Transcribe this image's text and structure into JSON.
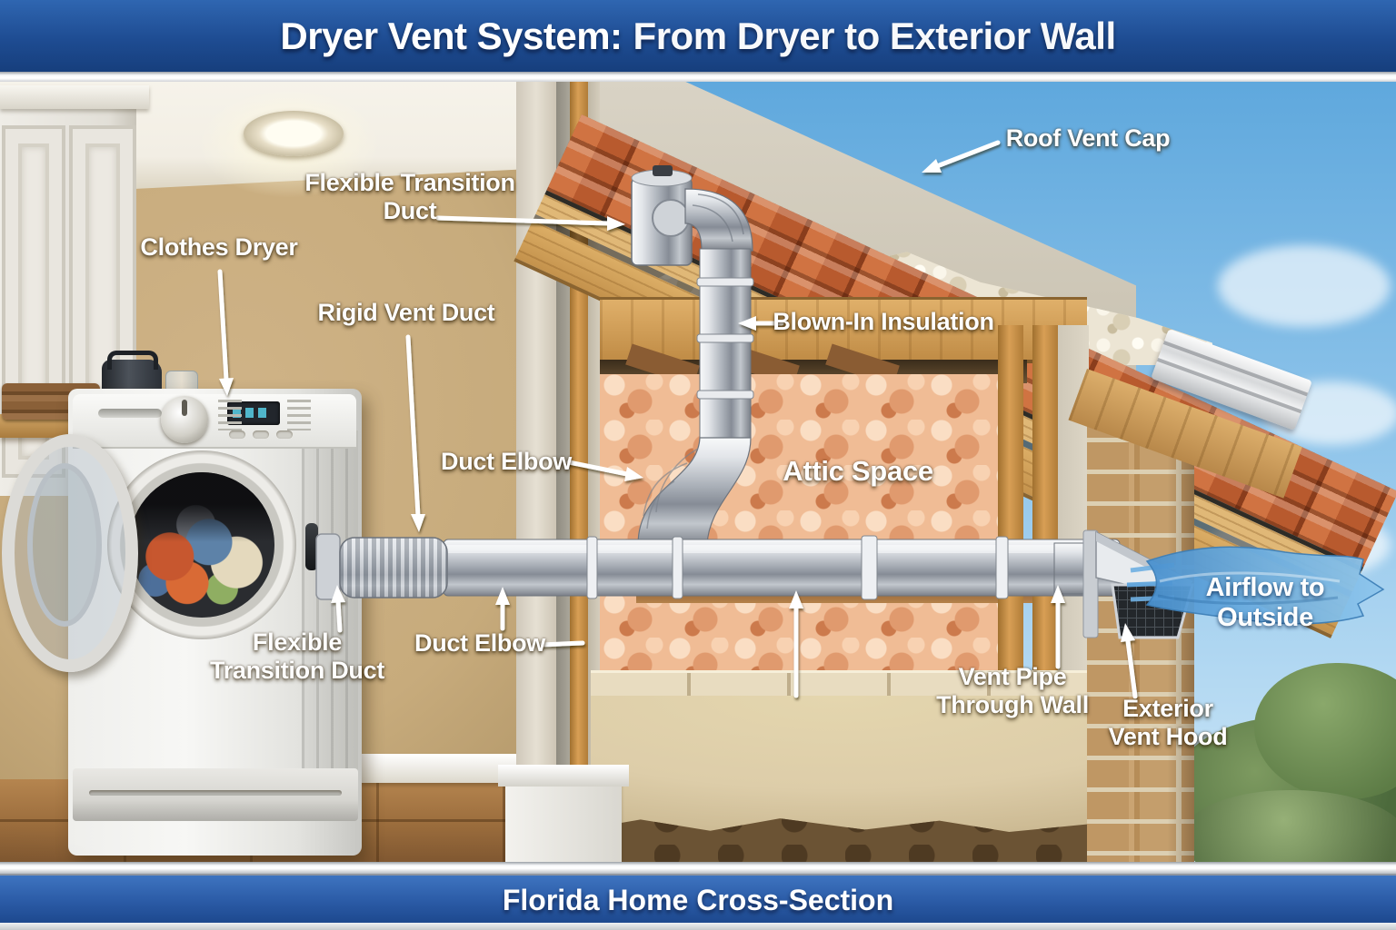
{
  "header": {
    "title_main": "Dryer Vent System:",
    "title_sub": "From Dryer to Exterior Wall"
  },
  "footer": {
    "caption": "Florida Home Cross-Section"
  },
  "labels": {
    "flexible_transition_duct_top": "Flexible Transition\nDuct",
    "clothes_dryer": "Clothes Dryer",
    "rigid_vent_duct": "Rigid Vent Duct",
    "roof_vent_cap": "Roof Vent Cap",
    "blown_in_insulation": "Blown-In Insulation",
    "duct_elbow_upper": "Duct Elbow",
    "attic_space": "Attic Space",
    "flexible_transition_duct_bottom": "Flexible\nTransition Duct",
    "duct_elbow_lower": "Duct Elbow",
    "vent_pipe_through_wall": "Vent Pipe\nThrough Wall",
    "exterior_vent_hood": "Exterior\nVent Hood",
    "airflow_to_outside": "Airflow to Outside"
  },
  "colors": {
    "header_blue_top": "#2f66b1",
    "header_blue_bottom": "#163e7c",
    "footer_blue_top": "#3e74c0",
    "footer_blue_bottom": "#1c478c",
    "sky_top": "#5fa8dd",
    "sky_bottom": "#cfe8f8",
    "wall_tan": "#c7ab7c",
    "ceiling_white": "#f2eee4",
    "roof_tile": "#c1663a",
    "brick": "#bf9c6a",
    "insulation_pink": "#f0bc95",
    "insulation_white": "#ece5d4",
    "concrete": "#ddcda9",
    "metal_light": "#eef0f3",
    "metal_dark": "#8a9098",
    "airflow_blue": "#5a9fd8",
    "label_text": "#ffffff"
  }
}
